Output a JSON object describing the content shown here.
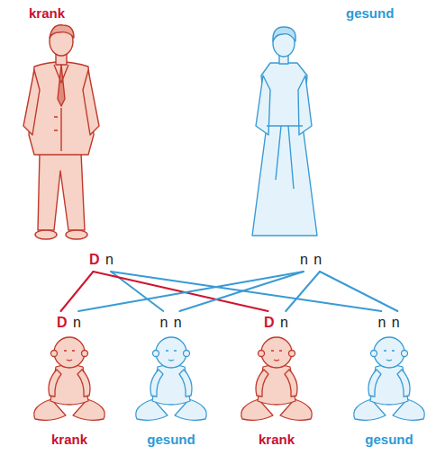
{
  "diagram": {
    "nodes": [
      {
        "text": [
          "krank",
          "D n"
        ]
      },
      {
        "text": [
          "gesund",
          "n n"
        ]
      },
      {
        "text": [
          "D n",
          "krank"
        ]
      },
      {
        "text": [
          "n n",
          "gesund"
        ]
      },
      {
        "text": [
          "D n",
          "krank"
        ]
      },
      {
        "text": [
          "n n",
          "gesund"
        ]
      }
    ],
    "edges": [
      {
        "from": 0,
        "to": 2,
        "arrow": "none"
      },
      {
        "from": 0,
        "to": 3,
        "arrow": "none"
      },
      {
        "from": 0,
        "to": 4,
        "arrow": "none"
      },
      {
        "from": 0,
        "to": 5,
        "arrow": "none"
      },
      {
        "from": 1,
        "to": 2,
        "arrow": "none"
      },
      {
        "from": 1,
        "to": 3,
        "arrow": "none"
      },
      {
        "from": 1,
        "to": 4,
        "arrow": "none"
      },
      {
        "from": 1,
        "to": 5,
        "arrow": "none"
      }
    ]
  }
}
